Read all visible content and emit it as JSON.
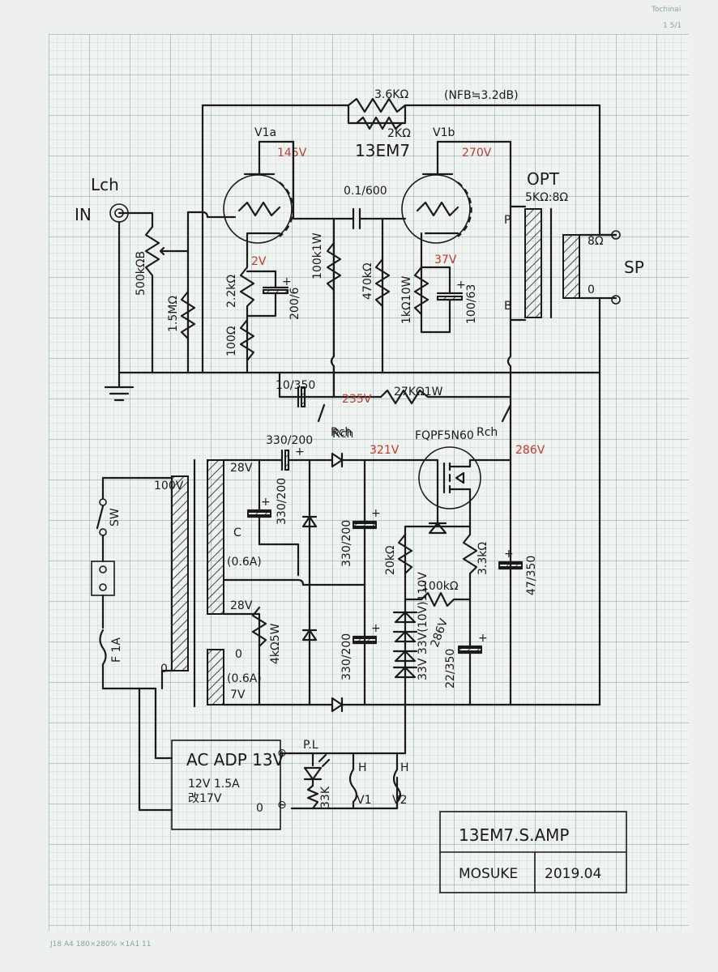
{
  "corner_top": [
    "Tochinai",
    "1 5/1"
  ],
  "corner_bottom": "J18    A4    180×280%  ×1A1 11",
  "labels": {
    "r_nfb1": "3.6KΩ",
    "r_nfb2": "2KΩ",
    "nfb": "(NFB≒3.2dB)",
    "v1a": "V1a",
    "v1b": "V1b",
    "tube": "13EM7",
    "v145": "145V",
    "v270": "270V",
    "lch": "Lch",
    "in": "IN",
    "cap_coupling": "0.1/600",
    "opt": "OPT",
    "opt_ratio": "5KΩ:8Ω",
    "vr": "500kΩB",
    "r_grid": "1.5MΩ",
    "r_k1": "2.2kΩ",
    "v2": "2V",
    "c_k1": "200/6",
    "r_100": "100Ω",
    "r_100k": "100k1W",
    "r_470k": "470kΩ",
    "r_k2": "1kΩ10W",
    "v37": "37V",
    "c_k2": "100/63",
    "p": "P",
    "b": "B",
    "sp_8": "8Ω",
    "sp_0": "0",
    "sp": "SP",
    "c_1035": "10/350",
    "v235": "235V",
    "r_27k": "27KΩ1W",
    "rch1": "Rch",
    "c_330_1": "330/200",
    "rch2": "Rch",
    "v321": "321V",
    "mosfet": "FQPF5N60",
    "rch3": "Rch",
    "v286": "286V",
    "t_28v_a": "28V",
    "t_c": "C",
    "t_06a_1": "(0.6A)",
    "t_28v_b": "28V",
    "t_0": "0",
    "t_06a_2": "(0.6A)",
    "t_7v": "7V",
    "t_100v": "100V",
    "t_0b": "0",
    "c_330_2": "330/200",
    "c_330_3": "330/200",
    "c_330_4": "330/200",
    "r_4k5w": "4kΩ5W",
    "r_20k": "20kΩ",
    "r_100k2": "100kΩ",
    "r_33k": "3.3kΩ",
    "c_47": "47/350",
    "zener": "33V 33V(10V)110V",
    "v286b": "286V",
    "c_22": "22/350",
    "sw": "SW",
    "fuse": "F 1A",
    "ac_adp": "AC ADP 13V",
    "adp_spec": "12V 1.5A",
    "adp_mod": "改17V",
    "plus": "⊕",
    "minus": "⊖",
    "zero": "0",
    "pl": "P.L",
    "r_pl": "33K",
    "h1": "H",
    "h2": "H",
    "hv1": "V1",
    "hv2": "V2"
  },
  "title_block": {
    "name": "13EM7.S.AMP",
    "author": "MOSUKE",
    "date": "2019.04"
  }
}
